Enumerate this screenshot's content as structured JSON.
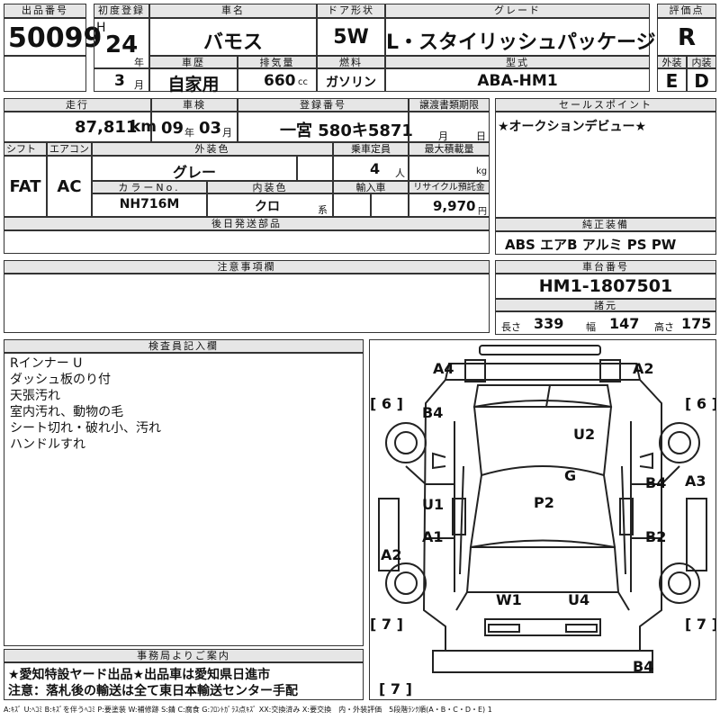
{
  "lot": {
    "label": "出品番号",
    "value": "50099"
  },
  "first_reg": {
    "label": "初度登録",
    "era": "H",
    "year": "24",
    "year_unit": "年",
    "month": "3",
    "month_unit": "月"
  },
  "car_name": {
    "label": "車名",
    "value": "バモス"
  },
  "door": {
    "label": "ドア形状",
    "value": "5W"
  },
  "grade": {
    "label": "グレード",
    "value": "L・スタイリッシュパッケージ"
  },
  "score": {
    "label": "評価点",
    "value": "R"
  },
  "history": {
    "label": "車歴",
    "value": "自家用"
  },
  "displacement": {
    "label": "排気量",
    "value": "660",
    "unit": "cc"
  },
  "fuel": {
    "label": "燃料",
    "value": "ガソリン"
  },
  "model": {
    "label": "型式",
    "value": "ABA-HM1"
  },
  "ext_score": {
    "label": "外装",
    "value": "E"
  },
  "int_score": {
    "label": "内装",
    "value": "D"
  },
  "mileage": {
    "label": "走行",
    "value": "87,811",
    "unit": "km"
  },
  "inspection": {
    "label": "車検",
    "year": "09",
    "year_unit": "年",
    "month": "03",
    "month_unit": "月"
  },
  "plate": {
    "label": "登録番号",
    "value": "一宮 580キ5871"
  },
  "transfer": {
    "label": "譲渡書類期限",
    "month_unit": "月",
    "day_unit": "日"
  },
  "sales_point": {
    "label": "セールスポイント",
    "value": "★オークションデビュー★"
  },
  "shift": {
    "label": "シフト",
    "value": "FAT"
  },
  "aircon": {
    "label": "エアコン",
    "value": "AC"
  },
  "ext_color": {
    "label": "外装色",
    "value": "グレー"
  },
  "capacity": {
    "label": "乗車定員",
    "value": "4",
    "unit": "人"
  },
  "max_load": {
    "label": "最大積載量",
    "unit": "kg"
  },
  "color_no": {
    "label": "カラーNo.",
    "value": "NH716M"
  },
  "int_color": {
    "label": "内装色",
    "value": "クロ",
    "unit": "系"
  },
  "import": {
    "label": "輸入車"
  },
  "recycle": {
    "label": "リサイクル預託金",
    "value": "9,970",
    "unit": "円"
  },
  "later_parts": {
    "label": "後日発送部品"
  },
  "equipment": {
    "label": "純正装備",
    "value": "ABS エアB アルミ PS PW"
  },
  "notes": {
    "label": "注意事項欄"
  },
  "chassis": {
    "label": "車台番号",
    "value": "HM1-1807501"
  },
  "specs": {
    "label": "諸元",
    "length_label": "長さ",
    "length": "339",
    "width_label": "幅",
    "width": "147",
    "height_label": "高さ",
    "height": "175"
  },
  "inspector": {
    "label": "検査員記入欄",
    "lines": [
      "Rインナー U",
      "ダッシュ板のり付",
      "天張汚れ",
      "室内汚れ、動物の毛",
      "シート切れ・破れ小、汚れ",
      "ハンドルすれ"
    ]
  },
  "office": {
    "label": "事務局よりご案内",
    "lines": [
      "★愛知特設ヤード出品★出品車は愛知県日進市",
      "注意：落札後の輸送は全て東日本輸送センター手配"
    ]
  },
  "diagram": {
    "marks": [
      {
        "id": "a4",
        "text": "A4"
      },
      {
        "id": "a2t",
        "text": "A2"
      },
      {
        "id": "b6l",
        "text": "[ 6 ]"
      },
      {
        "id": "b6r",
        "text": "[ 6 ]"
      },
      {
        "id": "b4l",
        "text": "B4"
      },
      {
        "id": "u2",
        "text": "U2"
      },
      {
        "id": "g",
        "text": "G"
      },
      {
        "id": "b4r",
        "text": "B4"
      },
      {
        "id": "a3",
        "text": "A3"
      },
      {
        "id": "u1",
        "text": "U1"
      },
      {
        "id": "p2",
        "text": "P2"
      },
      {
        "id": "a1",
        "text": "A1"
      },
      {
        "id": "b2",
        "text": "B2"
      },
      {
        "id": "a2l",
        "text": "A2"
      },
      {
        "id": "w1",
        "text": "W1"
      },
      {
        "id": "u4",
        "text": "U4"
      },
      {
        "id": "b7l",
        "text": "[ 7 ]"
      },
      {
        "id": "b7r",
        "text": "[ 7 ]"
      },
      {
        "id": "b4b",
        "text": "B4"
      },
      {
        "id": "b7b",
        "text": "[ 7 ]"
      }
    ]
  },
  "legend": "A:ｷｽﾞ U:ﾍｺﾐ B:ｷｽﾞを伴うﾍｺﾐ P:要塗装 W:補修跡 S:錆 C:腐食 G:ﾌﾛﾝﾄｶﾞﾗｽ点ｷｽﾞ XX:交換済み X:要交換　内・外装評価　5段階ﾗﾝｸ順(A・B・C・D・E) 1"
}
